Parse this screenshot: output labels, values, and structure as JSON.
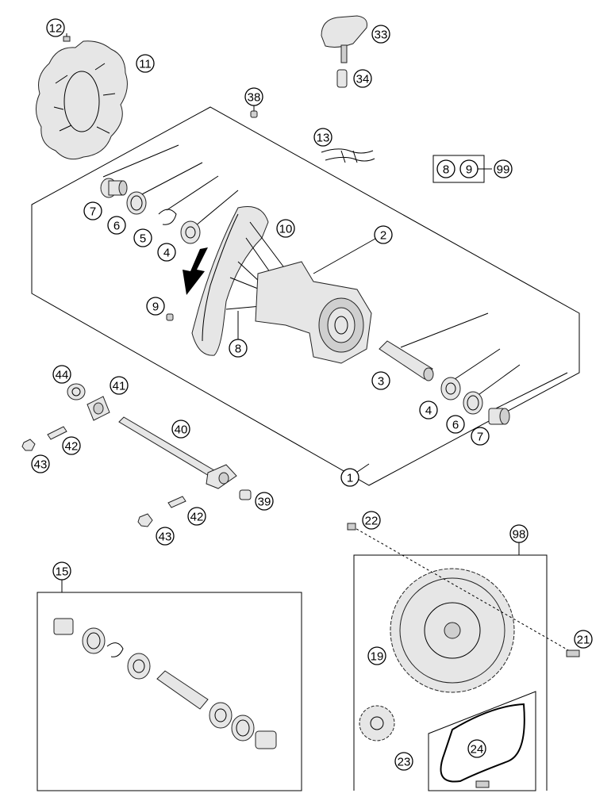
{
  "callouts": {
    "c1": "1",
    "c2": "2",
    "c3": "3",
    "c4a": "4",
    "c4b": "4",
    "c5": "5",
    "c6a": "6",
    "c6b": "6",
    "c7a": "7",
    "c7b": "7",
    "c8": "8",
    "c9": "9",
    "c10": "10",
    "c11": "11",
    "c12": "12",
    "c13": "13",
    "c15": "15",
    "c19": "19",
    "c21": "21",
    "c22": "22",
    "c23": "23",
    "c24": "24",
    "c33": "33",
    "c34": "34",
    "c38": "38",
    "c39": "39",
    "c40": "40",
    "c41": "41",
    "c42a": "42",
    "c42b": "42",
    "c43a": "43",
    "c43b": "43",
    "c44": "44",
    "c98": "98",
    "c99": "99",
    "kit8": "8",
    "kit9": "9"
  }
}
